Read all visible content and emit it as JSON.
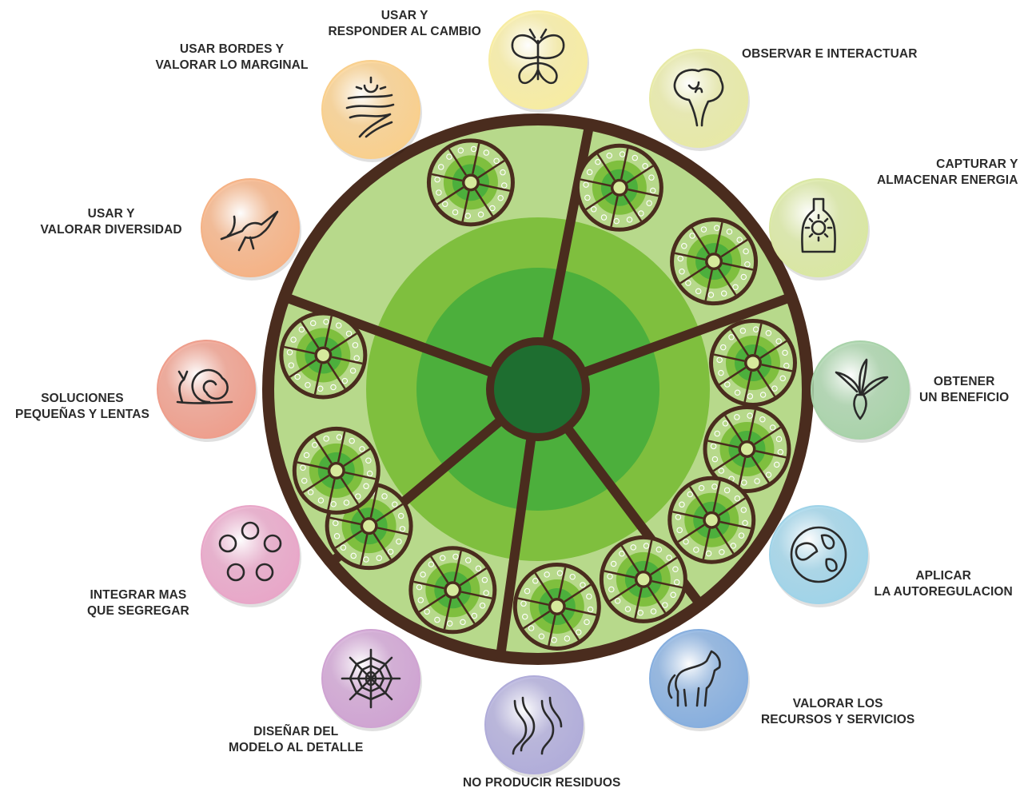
{
  "principles": [
    {
      "id": "observe",
      "lines": [
        "OBSERVAR E INTERACTUAR"
      ],
      "icon": "tree-icon",
      "color": "#e7e9a6"
    },
    {
      "id": "energy",
      "lines": [
        "CAPTURAR Y",
        "ALMACENAR ENERGIA"
      ],
      "icon": "bottle-sun-icon",
      "color": "#d9e7a2"
    },
    {
      "id": "yield",
      "lines": [
        "OBTENER",
        "UN BENEFICIO"
      ],
      "icon": "radish-icon",
      "color": "#a8d2a9"
    },
    {
      "id": "selfreg",
      "lines": [
        "APLICAR",
        "LA AUTOREGULACION"
      ],
      "icon": "globe-icon",
      "color": "#9fd3e8"
    },
    {
      "id": "resources",
      "lines": [
        "VALORAR LOS",
        "RECURSOS  Y SERVICIOS"
      ],
      "icon": "horse-icon",
      "color": "#86aede"
    },
    {
      "id": "waste",
      "lines": [
        "NO PRODUCIR RESIDUOS"
      ],
      "icon": "worm-icon",
      "color": "#b0acd9"
    },
    {
      "id": "design",
      "lines": [
        "DISEÑAR DEL",
        "MODELO AL DETALLE"
      ],
      "icon": "spider-web-icon",
      "color": "#cfa3d2"
    },
    {
      "id": "integrate",
      "lines": [
        "INTEGRAR MAS",
        "QUE SEGREGAR"
      ],
      "icon": "flower-ring-icon",
      "color": "#e8a6c8"
    },
    {
      "id": "slow",
      "lines": [
        "SOLUCIONES",
        "PEQUEÑAS Y LENTAS"
      ],
      "icon": "snail-icon",
      "color": "#ee9e8c"
    },
    {
      "id": "diversity",
      "lines": [
        "USAR Y",
        "VALORAR DIVERSIDAD"
      ],
      "icon": "hummingbird-icon",
      "color": "#f5b285"
    },
    {
      "id": "edges",
      "lines": [
        "USAR BORDES Y",
        "VALORAR LO MARGINAL"
      ],
      "icon": "river-sun-icon",
      "color": "#f9cf8c"
    },
    {
      "id": "change",
      "lines": [
        "USAR Y",
        "RESPONDER AL CAMBIO"
      ],
      "icon": "butterfly-icon",
      "color": "#f7eca2"
    }
  ],
  "colors": {
    "brown": "#4a2c1e",
    "light_green": "#b7d98b",
    "mid_green": "#7fbf3e",
    "green": "#4caf3c",
    "dark_green": "#2e8b35",
    "center": "#1e6e30"
  }
}
